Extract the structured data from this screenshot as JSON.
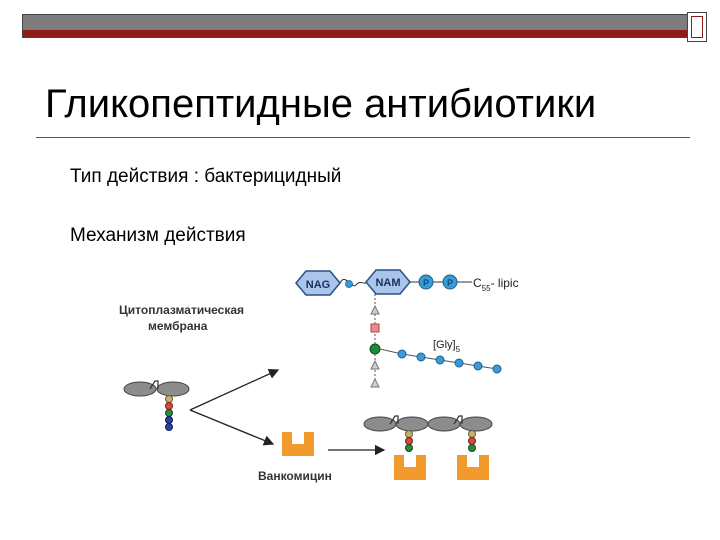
{
  "slide": {
    "title": "Гликопептидные антибиотики",
    "body": {
      "line1": "Тип действия : бактерицидный",
      "line2": "Механизм действия"
    }
  },
  "figure": {
    "nag_label": "NAG",
    "nam_label": "NAM",
    "p_label": "P",
    "lipid_label_main": "C",
    "lipid_label_sub": "55",
    "lipid_label_suffix": "- lipic",
    "gly_label": "[Gly]",
    "gly_sub": "5",
    "membrane_label_line1": "Цитоплазматическая",
    "membrane_label_line2": "мембрана",
    "vancomycin_label": "Ванкомицин"
  },
  "colors": {
    "accent_red": "#8f1a1a",
    "bar_gray": "#7d7d7d",
    "hexagon_blue": "#a9c6ea",
    "phosphate_blue": "#3a9bd8",
    "vancomycin_orange": "#f39a2e",
    "membrane_gray": "#8c8c8c"
  }
}
